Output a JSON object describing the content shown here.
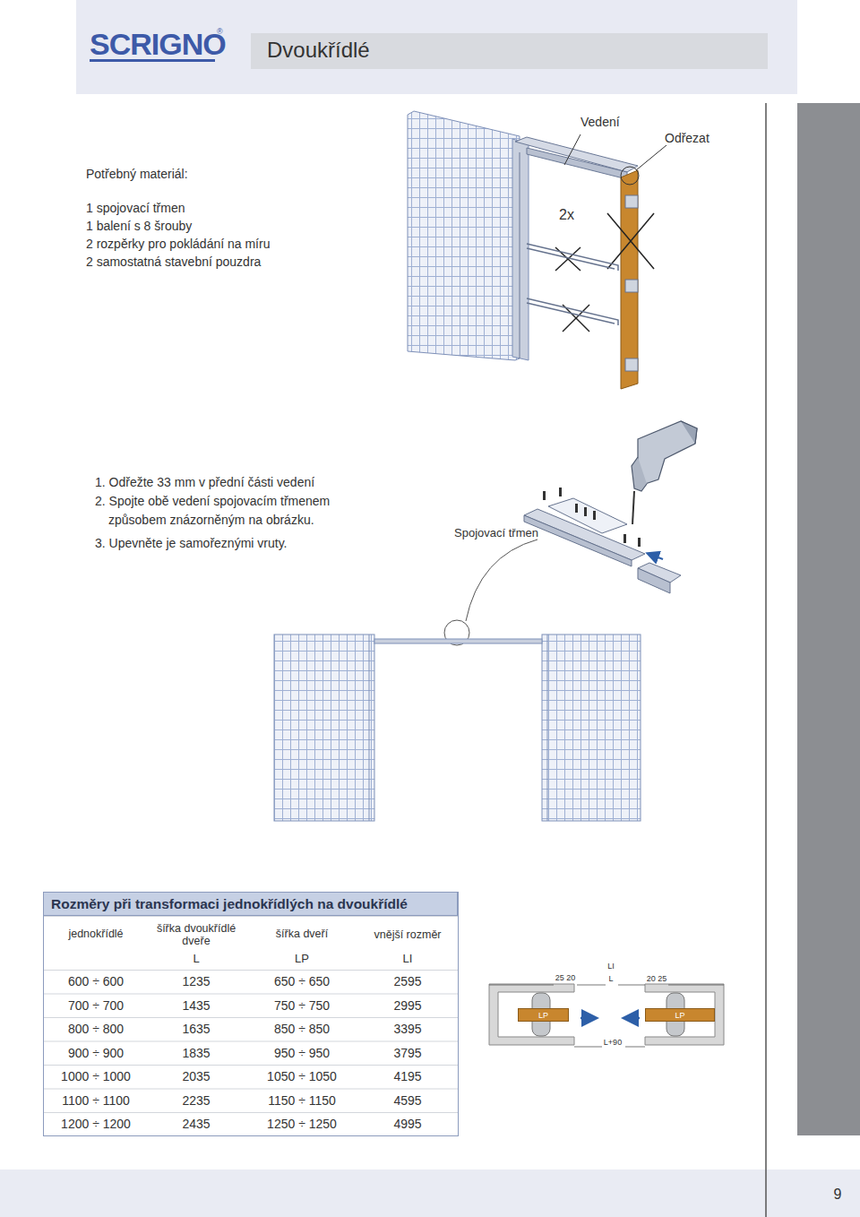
{
  "diagram": {
    "title": "Dvoukřídlé",
    "nodes": [
      {
        "text": [
          "Rozměry při transformaci jednokřídlých na dvoukřídlé"
        ]
      },
      {
        "text": [
          "LP"
        ]
      },
      {
        "text": [
          "LP"
        ]
      }
    ],
    "labels": [
      "SCRIGNO",
      "®",
      "Potřebný materiál:",
      "1 spojovací třmen",
      "1 balení s 8 šrouby",
      "2 rozpěrky pro pokládání na míru",
      "2 samostatná stavební pouzdra",
      "Vedení",
      "Odřezat",
      "2x",
      "1. Odřežte 33 mm v přední části vedení",
      "2. Spojte obě vedení spojovacím třmenem",
      "způsobem znázorněným na obrázku.",
      "3. Upevněte je samořeznými vruty.",
      "Spojovací třmen",
      "jednokřídlé",
      "šířka dvoukřídlé dveře",
      "šířka dveří",
      "vnější rozměr",
      "L",
      "LP",
      "LI",
      "600 ÷ 600",
      "1235",
      "650 ÷ 650",
      "2595",
      "700 ÷ 700",
      "1435",
      "750 ÷ 750",
      "2995",
      "800 ÷ 800",
      "1635",
      "850 ÷ 850",
      "3395",
      "900 ÷ 900",
      "1835",
      "950 ÷ 950",
      "3795",
      "1000 ÷ 1000",
      "2035",
      "1050 ÷ 1050",
      "4195",
      "1100 ÷ 1100",
      "2235",
      "1150 ÷ 1150",
      "4595",
      "1200 ÷ 1200",
      "2435",
      "1250 ÷ 1250",
      "4995",
      "25 20",
      "LI",
      "L",
      "20 25",
      "L+90",
      "9"
    ]
  }
}
